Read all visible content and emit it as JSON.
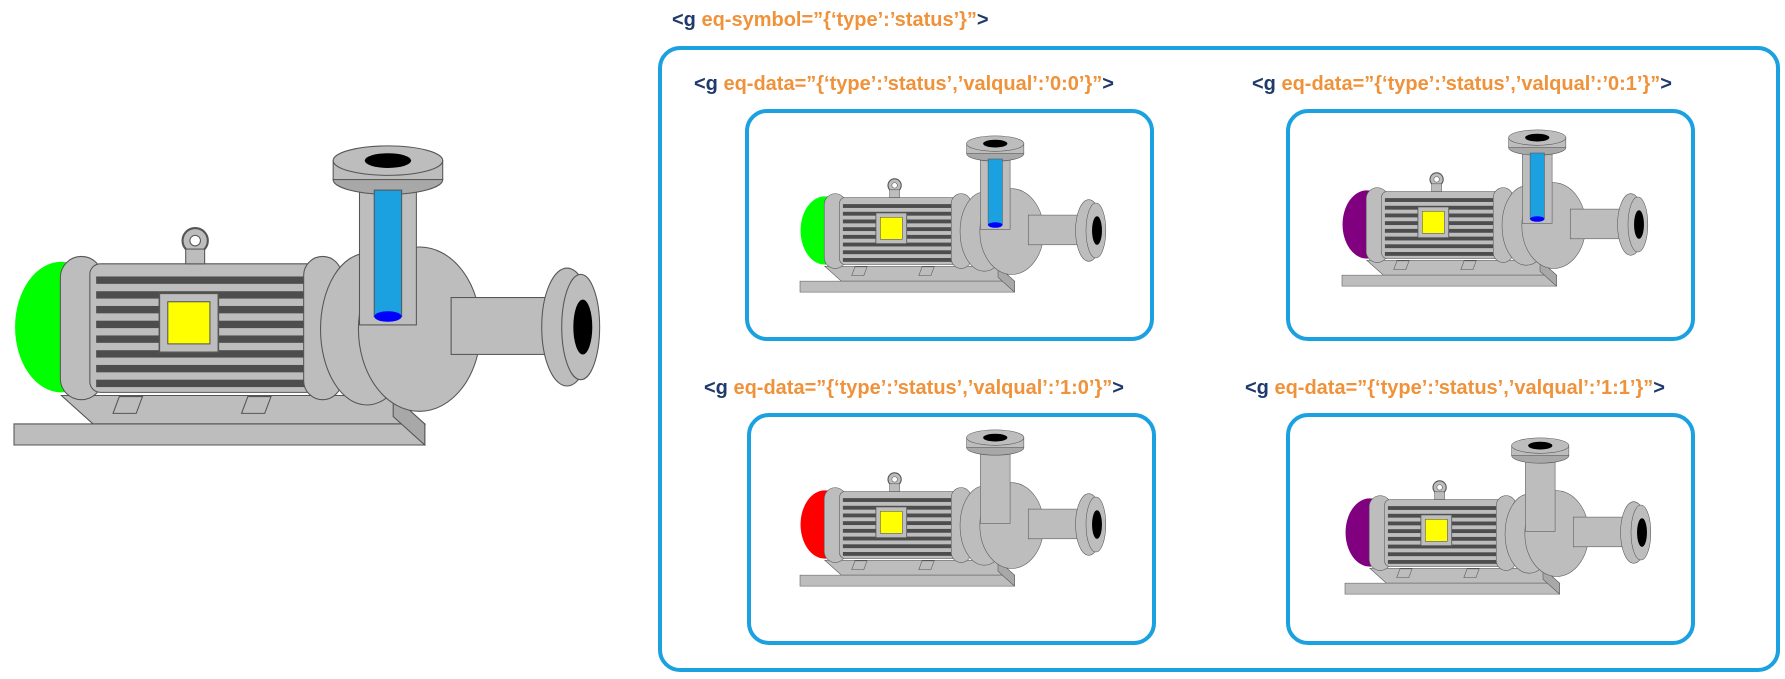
{
  "outer_group": {
    "open": "<g",
    "attribute": " eq-symbol=”{‘type’:’status’}”",
    "close": ">"
  },
  "states": [
    {
      "open": "<g",
      "attribute": " eq-data=”{‘type’:’status’,’valqual’:’0:0’}”",
      "close": ">",
      "end_cap_color": "#00ff00",
      "liquid": true
    },
    {
      "open": "<g",
      "attribute": " eq-data=”{‘type’:’status’,’valqual’:’0:1’}”",
      "close": ">",
      "end_cap_color": "#800080",
      "liquid": true
    },
    {
      "open": "<g",
      "attribute": " eq-data=”{‘type’:’status’,’valqual’:’1:0’}”",
      "close": ">",
      "end_cap_color": "#ff0000",
      "liquid": false
    },
    {
      "open": "<g",
      "attribute": " eq-data=”{‘type’:’status’,’valqual’:’1:1’}”",
      "close": ">",
      "end_cap_color": "#800080",
      "liquid": false
    }
  ],
  "main_pump": {
    "end_cap_color": "#00ff00",
    "liquid": true
  },
  "colors": {
    "frame": "#1ba0e0",
    "tag_keyword": "#1f3a6b",
    "tag_attribute": "#f0923a",
    "metal": "#bdbdbd",
    "rib": "#4d4d4d",
    "terminal_box": "#ffff00",
    "liquid": "#1ba0e0",
    "liquid_bottom": "#0000ff"
  }
}
